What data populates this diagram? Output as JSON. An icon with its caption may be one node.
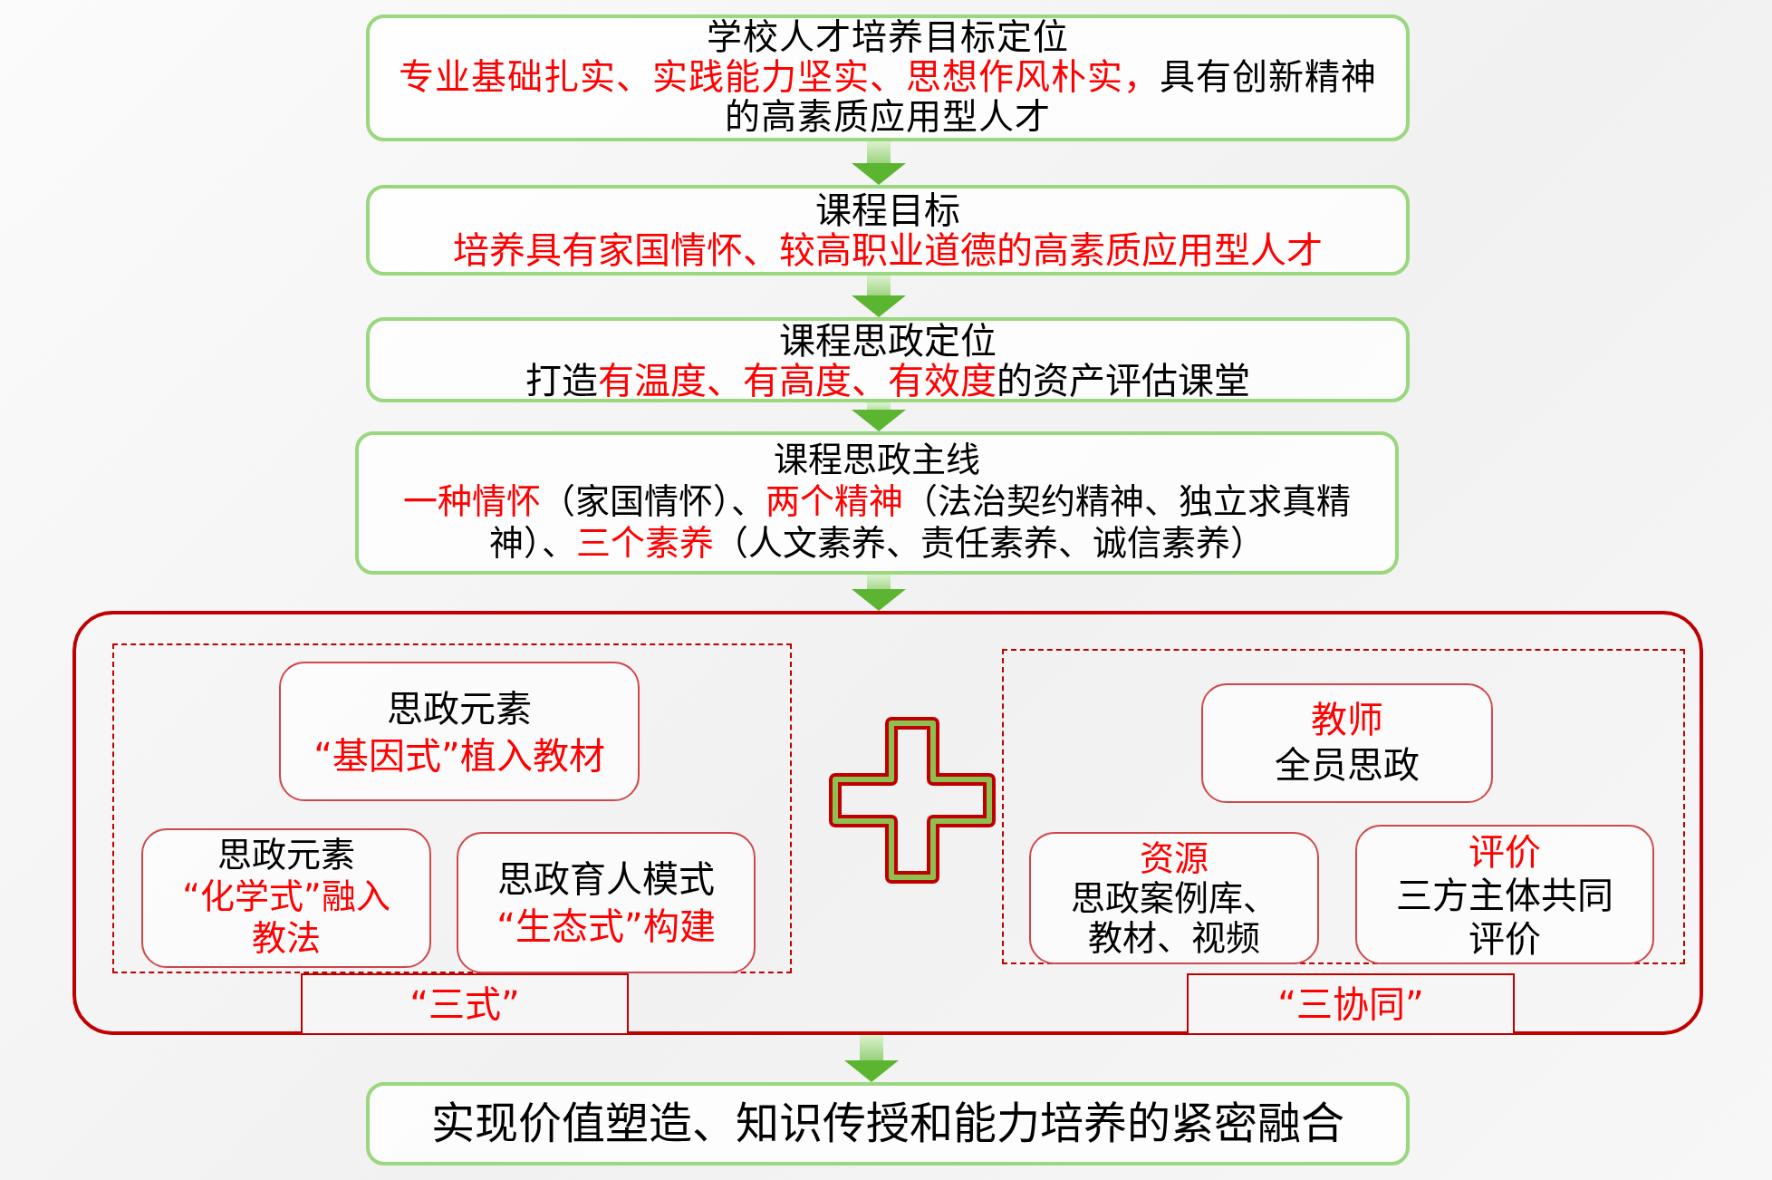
{
  "diagram": {
    "nodes": [
      {
        "text": [
          "学校人才培养目标定位",
          "**专业基础扎实、实践能力坚实、思想作风朴实，**具有创新精神的高素质应用型人才"
        ]
      },
      {
        "text": [
          "课程目标",
          "培养具有家国情怀、较高职业道德的高素质应用型人才"
        ]
      },
      {
        "text": [
          "课程思政定位",
          "打造**有温度、有高度、有效度**的资产评估课堂"
        ]
      },
      {
        "text": [
          "课程思政主线",
          "**一种情怀**（家国情怀）、**两个精神**（法治契约精神、独立求真精神）、**三个素养**（人文素养、责任素养、诚信素养）"
        ]
      },
      {
        "text": [],
        "shape": "box"
      },
      {
        "text": [],
        "shape": "box",
        "in": 4
      },
      {
        "text": [
          "思政元素",
          "“基因式”植入教材"
        ],
        "in": 5
      },
      {
        "text": [
          "思政元素",
          "“化学式”融入教法"
        ],
        "in": 5
      },
      {
        "text": [
          "思政育人模式",
          "“生态式”构建"
        ],
        "in": 5
      },
      {
        "text": [
          "“三式”"
        ],
        "in": 4
      },
      {
        "text": [],
        "shape": "box",
        "in": 4
      },
      {
        "text": [
          "教师",
          "全员思政"
        ],
        "in": 10
      },
      {
        "text": [
          "资源",
          "思政案例库、教材、视频"
        ],
        "in": 10
      },
      {
        "text": [
          "评价",
          "三方主体共同评价"
        ],
        "in": 10
      },
      {
        "text": [
          "“三协同”"
        ],
        "in": 4
      },
      {
        "text": [
          "实现价值塑造、知识传授和能力培养的紧密融合"
        ]
      }
    ],
    "edges": [
      {
        "from": 0,
        "to": 1,
        "arrow": "to"
      },
      {
        "from": 1,
        "to": 2,
        "arrow": "to"
      },
      {
        "from": 2,
        "to": 3,
        "arrow": "to"
      },
      {
        "from": 3,
        "to": 4,
        "arrow": "to"
      },
      {
        "from": 4,
        "to": 15,
        "arrow": "to"
      }
    ]
  }
}
